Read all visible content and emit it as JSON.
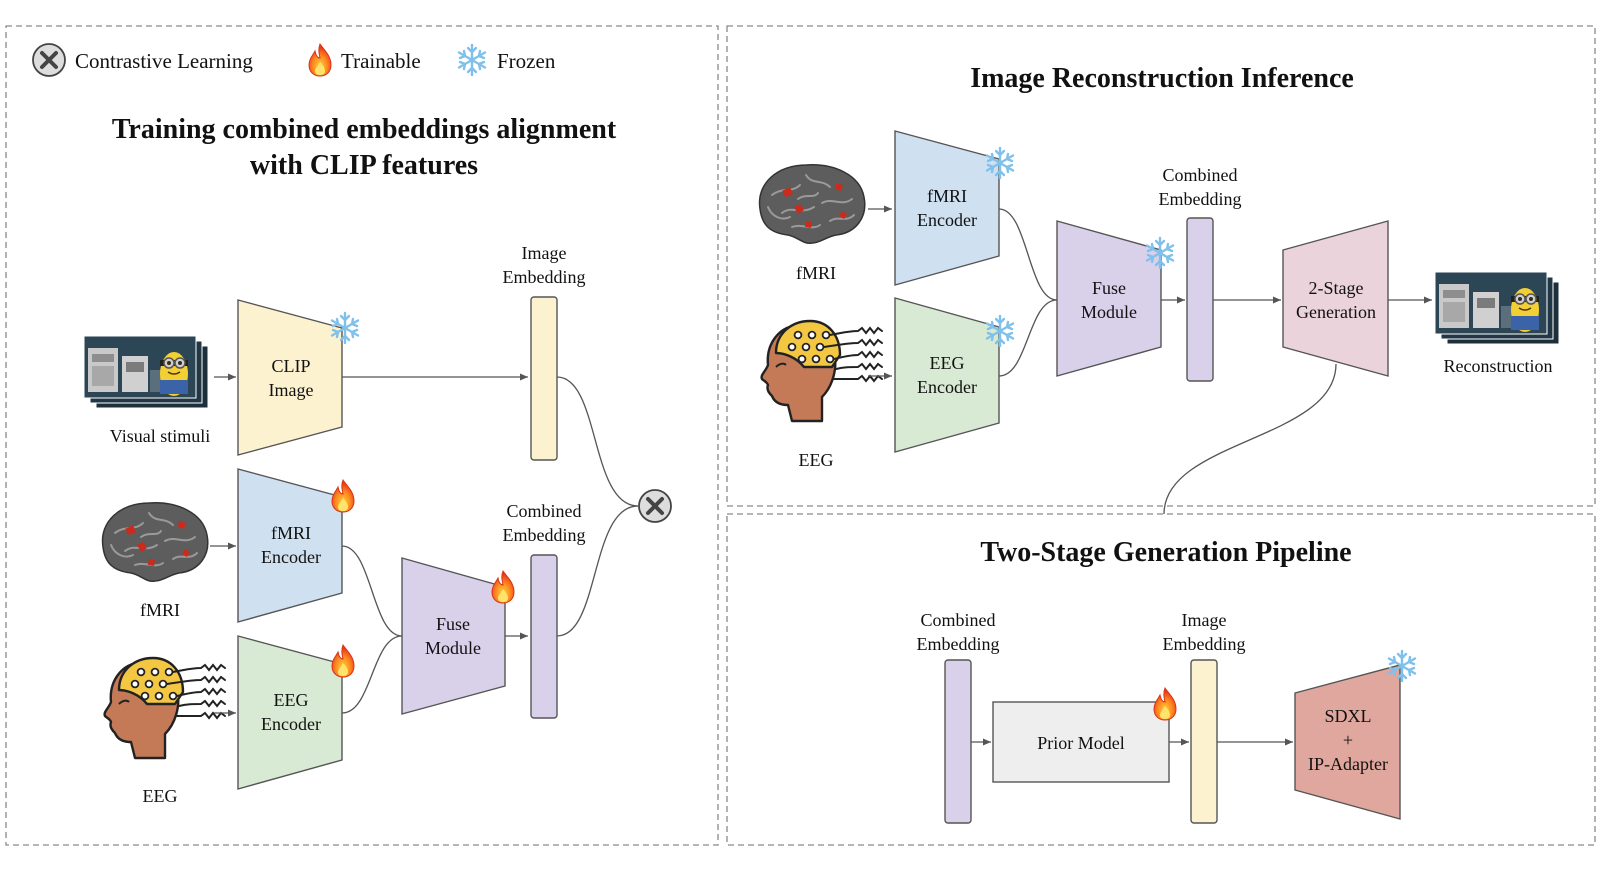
{
  "legend": {
    "contrastive": "Contrastive Learning",
    "trainable": "Trainable",
    "frozen": "Frozen"
  },
  "training": {
    "title_line1": "Training combined embeddings alignment",
    "title_line2": "with CLIP features",
    "visual_label": "Visual stimuli",
    "clip_line1": "CLIP",
    "clip_line2": "Image",
    "image_emb_line1": "Image",
    "image_emb_line2": "Embedding",
    "fmri_label": "fMRI",
    "fmri_enc_line1": "fMRI",
    "fmri_enc_line2": "Encoder",
    "eeg_label": "EEG",
    "eeg_enc_line1": "EEG",
    "eeg_enc_line2": "Encoder",
    "fuse_line1": "Fuse",
    "fuse_line2": "Module",
    "comb_emb_line1": "Combined",
    "comb_emb_line2": "Embedding"
  },
  "inference": {
    "title": "Image Reconstruction Inference",
    "fmri_label": "fMRI",
    "fmri_enc_line1": "fMRI",
    "fmri_enc_line2": "Encoder",
    "eeg_label": "EEG",
    "eeg_enc_line1": "EEG",
    "eeg_enc_line2": "Encoder",
    "fuse_line1": "Fuse",
    "fuse_line2": "Module",
    "comb_emb_line1": "Combined",
    "comb_emb_line2": "Embedding",
    "gen_line1": "2-Stage",
    "gen_line2": "Generation",
    "recon_label": "Reconstruction"
  },
  "pipeline": {
    "title": "Two-Stage Generation Pipeline",
    "comb_emb_line1": "Combined",
    "comb_emb_line2": "Embedding",
    "prior": "Prior Model",
    "image_emb_line1": "Image",
    "image_emb_line2": "Embedding",
    "sdxl_line1": "SDXL",
    "sdxl_line2": "+",
    "sdxl_line3": "IP-Adapter"
  },
  "colors": {
    "clip": "#fdf2cf",
    "fmri_encoder": "#cfe0f0",
    "eeg_encoder": "#d8e9d4",
    "fuse": "#d9d0ea",
    "generation": "#ebd3dc",
    "prior": "#eeeeee",
    "sdxl": "#dfa79d"
  },
  "icons": {
    "contrastive": "x-circle-icon",
    "trainable": "flame-icon",
    "frozen": "snowflake-icon"
  }
}
